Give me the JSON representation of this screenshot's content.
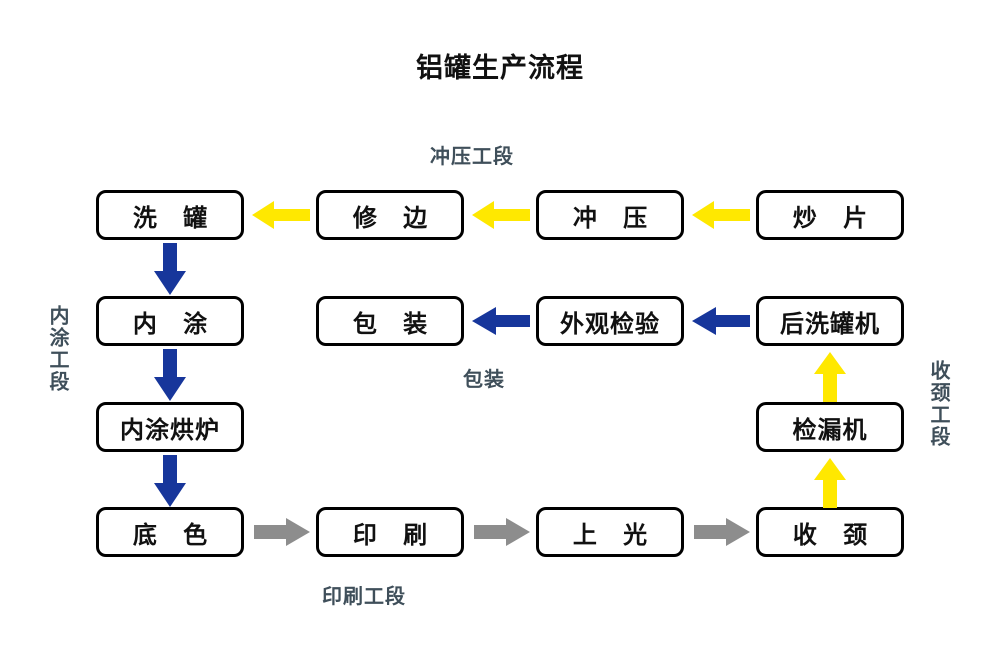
{
  "title": "铝罐生产流程",
  "colors": {
    "yellow": "#FFE800",
    "navy": "#17369B",
    "gray": "#8D8D8D",
    "box_border": "#000000",
    "box_fill": "#FFFFFF",
    "text": "#111111",
    "stage_label": "#3F4F5A",
    "background": "#FFFFFF"
  },
  "stage_labels": [
    {
      "id": "stamping",
      "text": "冲压工段",
      "orientation": "horizontal"
    },
    {
      "id": "inner-coating",
      "text": "内涂工段",
      "orientation": "vertical"
    },
    {
      "id": "packaging",
      "text": "包装",
      "orientation": "horizontal"
    },
    {
      "id": "necking",
      "text": "收颈工段",
      "orientation": "vertical"
    },
    {
      "id": "printing",
      "text": "印刷工段",
      "orientation": "horizontal"
    }
  ],
  "nodes": [
    {
      "id": "wash-can",
      "text": "洗 罐",
      "row": 1,
      "col": 1
    },
    {
      "id": "trim",
      "text": "修 边",
      "row": 1,
      "col": 2
    },
    {
      "id": "stamp",
      "text": "冲 压",
      "row": 1,
      "col": 3
    },
    {
      "id": "cup-blank",
      "text": "炒 片",
      "row": 1,
      "col": 4
    },
    {
      "id": "inner-coat",
      "text": "内 涂",
      "row": 2,
      "col": 1
    },
    {
      "id": "pack",
      "text": "包 装",
      "row": 2,
      "col": 2
    },
    {
      "id": "visual-inspect",
      "text": "外观检验",
      "row": 2,
      "col": 3
    },
    {
      "id": "post-washer",
      "text": "后洗罐机",
      "row": 2,
      "col": 4
    },
    {
      "id": "inner-coat-oven",
      "text": "内涂烘炉",
      "row": 3,
      "col": 1
    },
    {
      "id": "leak-tester",
      "text": "检漏机",
      "row": 3,
      "col": 4
    },
    {
      "id": "base-color",
      "text": "底 色",
      "row": 4,
      "col": 1
    },
    {
      "id": "print",
      "text": "印 刷",
      "row": 4,
      "col": 2
    },
    {
      "id": "varnish",
      "text": "上 光",
      "row": 4,
      "col": 3
    },
    {
      "id": "necking",
      "text": "收 颈",
      "row": 4,
      "col": 4
    }
  ],
  "arrows": [
    {
      "id": "cup-blank-to-stamp",
      "from": "炒 片",
      "to": "冲 压",
      "color": "yellow",
      "direction": "left"
    },
    {
      "id": "stamp-to-trim",
      "from": "冲 压",
      "to": "修 边",
      "color": "yellow",
      "direction": "left"
    },
    {
      "id": "trim-to-wash-can",
      "from": "修 边",
      "to": "洗 罐",
      "color": "yellow",
      "direction": "left"
    },
    {
      "id": "wash-can-to-inner-coat",
      "from": "洗 罐",
      "to": "内 涂",
      "color": "navy",
      "direction": "down"
    },
    {
      "id": "inner-coat-to-oven",
      "from": "内 涂",
      "to": "内涂烘炉",
      "color": "navy",
      "direction": "down"
    },
    {
      "id": "oven-to-base-color",
      "from": "内涂烘炉",
      "to": "底 色",
      "color": "navy",
      "direction": "down"
    },
    {
      "id": "base-color-to-print",
      "from": "底 色",
      "to": "印 刷",
      "color": "gray",
      "direction": "right"
    },
    {
      "id": "print-to-varnish",
      "from": "印 刷",
      "to": "上 光",
      "color": "gray",
      "direction": "right"
    },
    {
      "id": "varnish-to-necking",
      "from": "上 光",
      "to": "收 颈",
      "color": "gray",
      "direction": "right"
    },
    {
      "id": "necking-to-leak-tester",
      "from": "收 颈",
      "to": "检漏机",
      "color": "yellow",
      "direction": "up"
    },
    {
      "id": "leak-tester-to-post-washer",
      "from": "检漏机",
      "to": "后洗罐机",
      "color": "yellow",
      "direction": "up"
    },
    {
      "id": "post-washer-to-visual-inspect",
      "from": "后洗罐机",
      "to": "外观检验",
      "color": "navy",
      "direction": "left"
    },
    {
      "id": "visual-inspect-to-pack",
      "from": "外观检验",
      "to": "包 装",
      "color": "navy",
      "direction": "left"
    }
  ]
}
